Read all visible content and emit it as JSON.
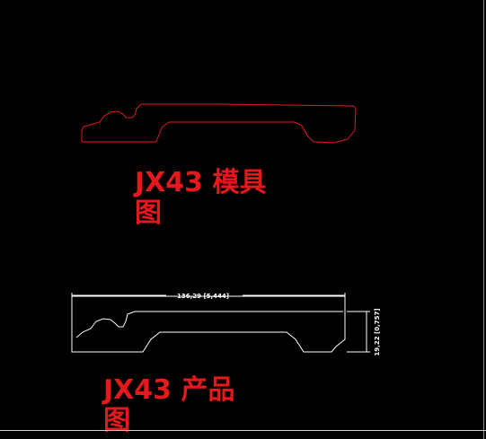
{
  "labels": {
    "mold": "JX43 模具图",
    "product": "JX43 产品图"
  },
  "dimensions": {
    "width": "136,29 [5,444]",
    "height": "19,22 [0,757]"
  },
  "colors": {
    "background": "#000000",
    "mold_outline": "#e5191c",
    "product_outline": "#ffffff",
    "label_text": "#e5191c"
  }
}
